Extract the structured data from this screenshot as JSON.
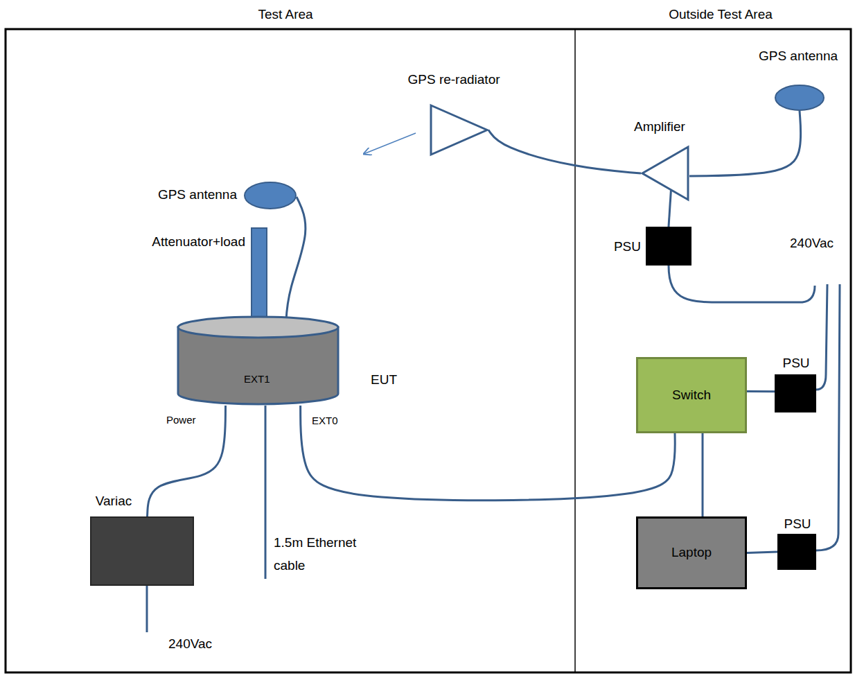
{
  "diagram": {
    "nodes": [
      {
        "text": [
          "Test Area"
        ]
      },
      {
        "text": [
          "Outside Test Area"
        ]
      },
      {
        "text": [
          "GPS re-radiator"
        ],
        "in": 0
      },
      {
        "text": [
          "GPS antenna"
        ],
        "in": 1
      },
      {
        "text": [
          "Amplifier"
        ],
        "in": 1
      },
      {
        "text": [
          "GPS antenna"
        ],
        "in": 0
      },
      {
        "text": [
          "Attenuator+load"
        ],
        "in": 0
      },
      {
        "text": [
          "PSU"
        ],
        "in": 1
      },
      {
        "text": [
          "EUT"
        ],
        "in": 0
      },
      {
        "text": [
          "Switch"
        ],
        "in": 1
      },
      {
        "text": [
          "PSU"
        ],
        "in": 1
      },
      {
        "text": [
          "Laptop"
        ],
        "in": 1
      },
      {
        "text": [
          "PSU"
        ],
        "in": 1
      },
      {
        "text": [
          "Variac"
        ],
        "in": 0
      }
    ],
    "edges": [
      {
        "from": 3,
        "to": 4,
        "arrow": "none"
      },
      {
        "from": 4,
        "to": 2,
        "arrow": "none"
      },
      {
        "from": 4,
        "to": 7,
        "arrow": "none"
      },
      {
        "from": 5,
        "to": 8,
        "arrow": "none"
      },
      {
        "from": 8,
        "to": 9,
        "arrow": "none"
      },
      {
        "from": 8,
        "to": 13,
        "arrow": "none"
      },
      {
        "from": 9,
        "to": 10,
        "arrow": "none"
      },
      {
        "from": 9,
        "to": 11,
        "arrow": "none"
      },
      {
        "from": 11,
        "to": 12,
        "arrow": "none"
      }
    ],
    "labels": [
      "240Vac",
      "EXT1",
      "Power",
      "EXT0",
      "1.5m Ethernet cable",
      "240Vac"
    ]
  }
}
